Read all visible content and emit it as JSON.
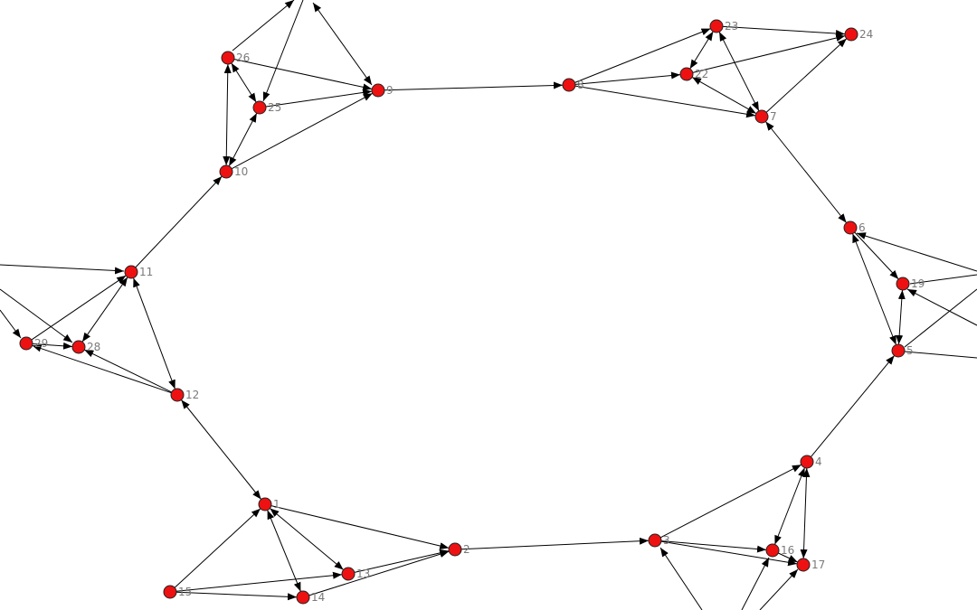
{
  "graph": {
    "colors": {
      "node_fill": "#ee1111",
      "node_stroke": "#222222",
      "edge": "#000000",
      "label": "#7a7a7a"
    },
    "nodes": [
      {
        "id": "1",
        "label": "1"
      },
      {
        "id": "2",
        "label": "2"
      },
      {
        "id": "3",
        "label": "3"
      },
      {
        "id": "4",
        "label": "4"
      },
      {
        "id": "5",
        "label": "5"
      },
      {
        "id": "6",
        "label": "6"
      },
      {
        "id": "7",
        "label": "7"
      },
      {
        "id": "8",
        "label": "8"
      },
      {
        "id": "9",
        "label": "9"
      },
      {
        "id": "10",
        "label": "10"
      },
      {
        "id": "11",
        "label": "11"
      },
      {
        "id": "12",
        "label": "12"
      },
      {
        "id": "13",
        "label": "13"
      },
      {
        "id": "14",
        "label": "14"
      },
      {
        "id": "15",
        "label": "15"
      },
      {
        "id": "16",
        "label": "16"
      },
      {
        "id": "17",
        "label": "17"
      },
      {
        "id": "19",
        "label": "19"
      },
      {
        "id": "22",
        "label": "22"
      },
      {
        "id": "23",
        "label": "23"
      },
      {
        "id": "24",
        "label": "24"
      },
      {
        "id": "25",
        "label": "25"
      },
      {
        "id": "26",
        "label": "26"
      },
      {
        "id": "28",
        "label": "28"
      },
      {
        "id": "29",
        "label": "29"
      }
    ],
    "edges": [
      {
        "from": "1",
        "to": "12",
        "dir": "both"
      },
      {
        "from": "1",
        "to": "2",
        "dir": "forward"
      },
      {
        "from": "2",
        "to": "3",
        "dir": "forward"
      },
      {
        "from": "3",
        "to": "4",
        "dir": "forward"
      },
      {
        "from": "4",
        "to": "5",
        "dir": "forward"
      },
      {
        "from": "5",
        "to": "6",
        "dir": "both"
      },
      {
        "from": "6",
        "to": "7",
        "dir": "both"
      },
      {
        "from": "9",
        "to": "8",
        "dir": "forward"
      },
      {
        "from": "11",
        "to": "10",
        "dir": "forward"
      },
      {
        "from": "11",
        "to": "12",
        "dir": "both"
      },
      {
        "from": "1",
        "to": "13",
        "dir": "both"
      },
      {
        "from": "1",
        "to": "14",
        "dir": "both"
      },
      {
        "from": "15",
        "to": "1",
        "dir": "forward"
      },
      {
        "from": "15",
        "to": "13",
        "dir": "forward"
      },
      {
        "from": "15",
        "to": "14",
        "dir": "forward"
      },
      {
        "from": "13",
        "to": "2",
        "dir": "forward"
      },
      {
        "from": "14",
        "to": "2",
        "dir": "forward"
      },
      {
        "from": "3",
        "to": "16",
        "dir": "forward"
      },
      {
        "from": "3",
        "to": "17",
        "dir": "forward"
      },
      {
        "from": "16",
        "to": "4",
        "dir": "both"
      },
      {
        "from": "17",
        "to": "4",
        "dir": "both"
      },
      {
        "from": "16",
        "to": "17",
        "dir": "forward"
      },
      {
        "from": "6",
        "to": "19",
        "dir": "forward"
      },
      {
        "from": "19",
        "to": "5",
        "dir": "both"
      },
      {
        "from": "8",
        "to": "23",
        "dir": "forward"
      },
      {
        "from": "8",
        "to": "22",
        "dir": "forward"
      },
      {
        "from": "8",
        "to": "7",
        "dir": "forward"
      },
      {
        "from": "22",
        "to": "23",
        "dir": "both"
      },
      {
        "from": "7",
        "to": "22",
        "dir": "both"
      },
      {
        "from": "23",
        "to": "7",
        "dir": "both"
      },
      {
        "from": "23",
        "to": "24",
        "dir": "forward"
      },
      {
        "from": "22",
        "to": "24",
        "dir": "forward"
      },
      {
        "from": "7",
        "to": "24",
        "dir": "forward"
      },
      {
        "from": "26",
        "to": "9",
        "dir": "forward"
      },
      {
        "from": "25",
        "to": "9",
        "dir": "forward"
      },
      {
        "from": "10",
        "to": "9",
        "dir": "forward"
      },
      {
        "from": "26",
        "to": "25",
        "dir": "both"
      },
      {
        "from": "26",
        "to": "10",
        "dir": "both"
      },
      {
        "from": "10",
        "to": "25",
        "dir": "both"
      },
      {
        "from": "29",
        "to": "11",
        "dir": "forward"
      },
      {
        "from": "28",
        "to": "11",
        "dir": "both"
      },
      {
        "from": "29",
        "to": "28",
        "dir": "forward"
      },
      {
        "from": "12",
        "to": "29",
        "dir": "forward"
      },
      {
        "from": "12",
        "to": "28",
        "dir": "forward"
      }
    ]
  }
}
